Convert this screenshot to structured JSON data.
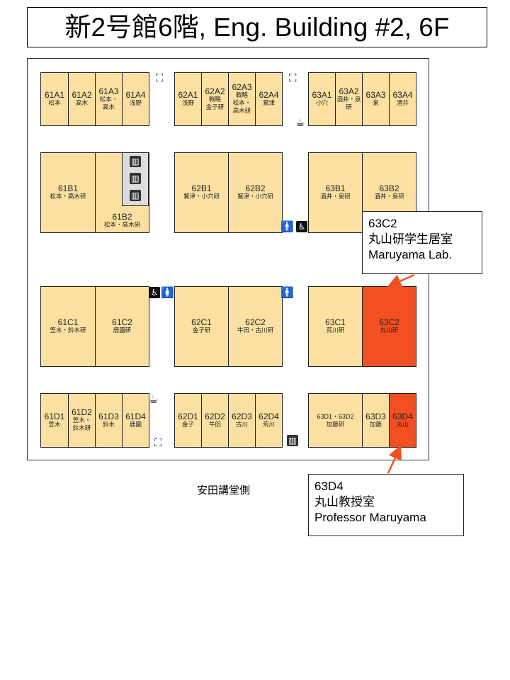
{
  "title": "新2号館6階, Eng. Building #2, 6F",
  "side_label": "安田講堂側",
  "colors": {
    "room": "#fbe0a1",
    "highlight": "#f25022"
  },
  "rooms": [
    {
      "id": "61A1",
      "name": "松本"
    },
    {
      "id": "61A2",
      "name": "高木"
    },
    {
      "id": "61A3",
      "name": "松本・\n高木"
    },
    {
      "id": "61A4",
      "name": "浅野"
    },
    {
      "id": "62A1",
      "name": "浅野"
    },
    {
      "id": "62A2",
      "name": "戦略\n金子研"
    },
    {
      "id": "62A3",
      "name": "戦略\n松本・\n高木研"
    },
    {
      "id": "62A4",
      "name": "鷲津"
    },
    {
      "id": "63A1",
      "name": "小穴"
    },
    {
      "id": "63A2",
      "name": "酒井・泉\n研"
    },
    {
      "id": "63A3",
      "name": "泉"
    },
    {
      "id": "63A4",
      "name": "酒井"
    },
    {
      "id": "61B1",
      "name": "松本・高木研"
    },
    {
      "id": "61B2",
      "name": "松本・高木研"
    },
    {
      "id": "62B1",
      "name": "鷲津・小穴研"
    },
    {
      "id": "62B2",
      "name": "鷲津・小穴研"
    },
    {
      "id": "63B1",
      "name": "酒井・泉研"
    },
    {
      "id": "63B2",
      "name": "酒井・泉研"
    },
    {
      "id": "61C1",
      "name": "笠木・鈴木研"
    },
    {
      "id": "61C2",
      "name": "鹿園研"
    },
    {
      "id": "62C1",
      "name": "金子研"
    },
    {
      "id": "62C2",
      "name": "牛田・古川研"
    },
    {
      "id": "63C1",
      "name": "荒川研"
    },
    {
      "id": "63C2",
      "name": "丸山研",
      "highlight": true
    },
    {
      "id": "61D1",
      "name": "笠木"
    },
    {
      "id": "61D2",
      "name": "笠木・\n鈴木研"
    },
    {
      "id": "61D3",
      "name": "鈴木"
    },
    {
      "id": "61D4",
      "name": "鹿園"
    },
    {
      "id": "62D1",
      "name": "金子"
    },
    {
      "id": "62D2",
      "name": "牛田"
    },
    {
      "id": "62D3",
      "name": "古川"
    },
    {
      "id": "62D4",
      "name": "荒川"
    },
    {
      "id": "63D1・63D2",
      "name": "加藤研"
    },
    {
      "id": "63D3",
      "name": "加藤"
    },
    {
      "id": "63D4",
      "name": "丸山",
      "highlight": true
    }
  ],
  "callouts": [
    {
      "room": "63C2",
      "line1": "丸山研学生居室",
      "line2": "Maruyama Lab."
    },
    {
      "room": "63D4",
      "line1": "丸山教授室",
      "line2": "Professor Maruyama"
    }
  ],
  "icons": [
    "stairs-icon",
    "coffee-icon",
    "elevator-icon",
    "restroom-men-icon",
    "restroom-women-icon",
    "wheelchair-icon"
  ]
}
